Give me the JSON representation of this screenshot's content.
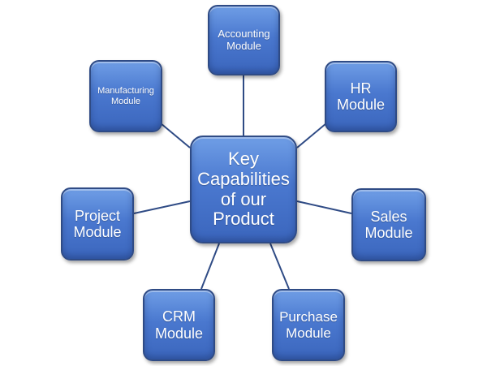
{
  "diagram": {
    "hub": {
      "label": "Key Capabilities of our Product"
    },
    "modules": [
      {
        "label": "Accounting Module"
      },
      {
        "label": "HR Module"
      },
      {
        "label": "Sales Module"
      },
      {
        "label": "Purchase Module"
      },
      {
        "label": "CRM Module"
      },
      {
        "label": "Project Module"
      },
      {
        "label": "Manufacturing Module"
      }
    ]
  },
  "colors": {
    "node_fill": "#4a78cf",
    "node_border": "#2f4b85",
    "connector": "#2f4b85",
    "text": "#ffffff"
  }
}
